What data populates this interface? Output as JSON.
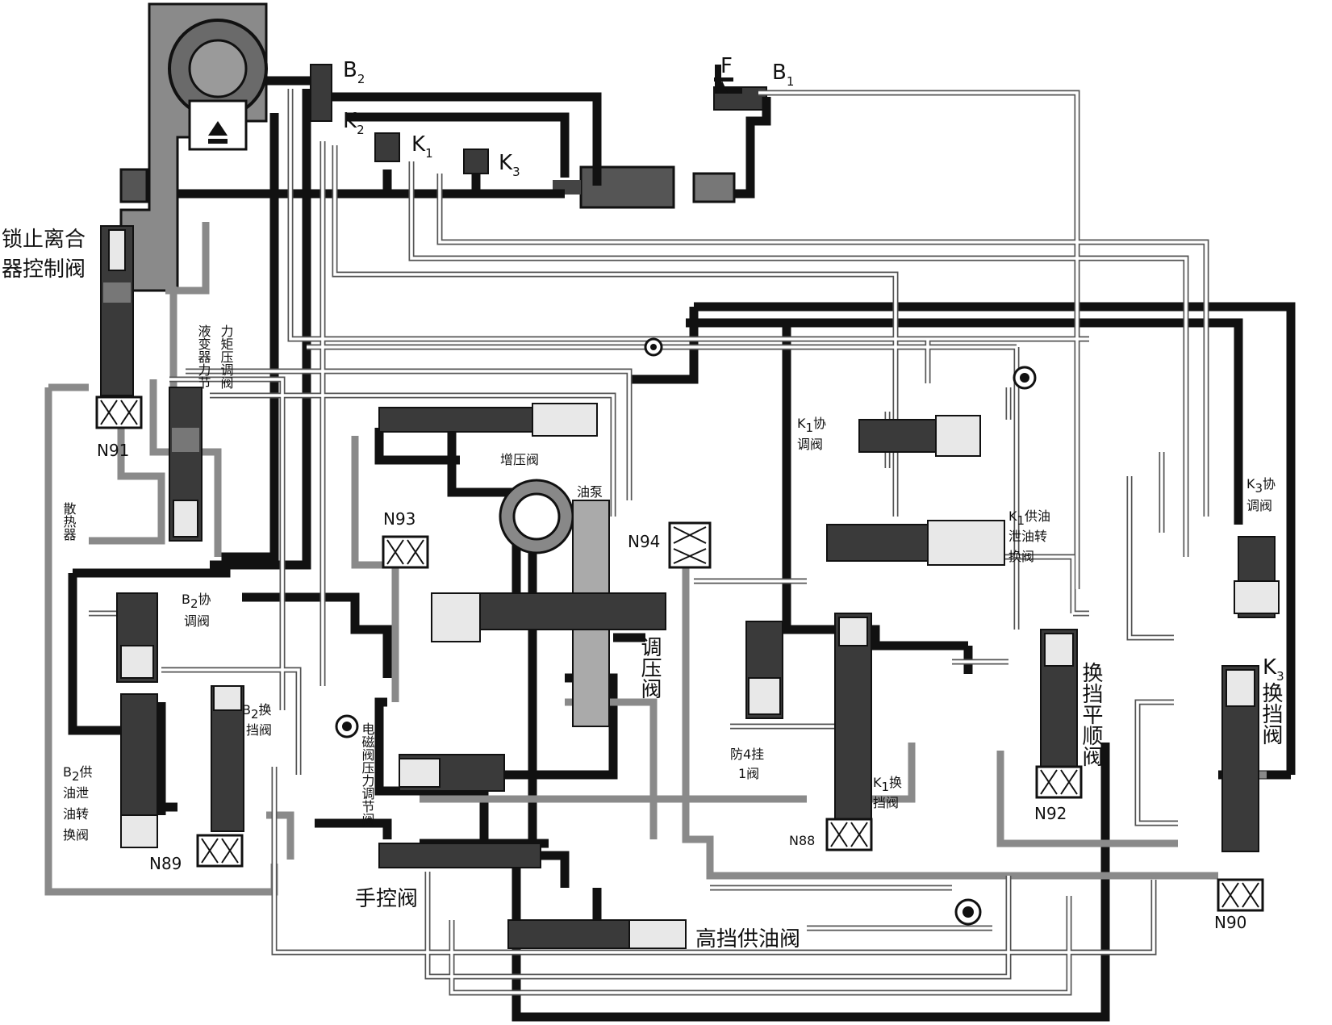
{
  "labels": {
    "B2": "B",
    "B2_sub": "2",
    "K2": "K",
    "K2_sub": "2",
    "K1": "K",
    "K1_sub": "1",
    "K3": "K",
    "K3_sub": "3",
    "F": "F",
    "B1": "B",
    "B1_sub": "1",
    "lockup_valve_line1": "锁止离合",
    "lockup_valve_line2": "器控制阀",
    "N91": "N91",
    "converter_valve_col1": "液变器力节",
    "converter_valve_col2": "力矩压调阀",
    "radiator": "散热器",
    "booster_valve": "增压阀",
    "oil_pump": "油泵",
    "N93": "N93",
    "N94": "N94",
    "k1_coord_valve_prefix": "K",
    "k1_coord_valve_sub": "1",
    "k1_coord_valve_line1": "协",
    "k1_coord_valve_line2": "调阀",
    "k3_coord_valve_prefix": "K",
    "k3_coord_valve_sub": "3",
    "k3_coord_valve_line1": "协",
    "k3_coord_valve_line2": "调阀",
    "k1_supply_prefix": "K",
    "k1_supply_sub": "1",
    "k1_supply_line1": "供油",
    "k1_supply_line2": "泄油转",
    "k1_supply_line3": "换阀",
    "b2_coord_prefix": "B",
    "b2_coord_sub": "2",
    "b2_coord_line1": "协",
    "b2_coord_line2": "调阀",
    "regulator_valve": "调压阀",
    "b2_shift_prefix": "B",
    "b2_shift_sub": "2",
    "b2_shift_line1": "换",
    "b2_shift_line2": "挡阀",
    "solenoid_pressure_valve": "电磁阀压力调节阀",
    "anti_4th_line1": "防4挂",
    "anti_4th_line2": "1阀",
    "k1_shift_prefix": "K",
    "k1_shift_sub": "1",
    "k1_shift_line1": "换",
    "k1_shift_line2": "挡阀",
    "shift_smooth_valve": "换挡平顺阀",
    "k3_shift_prefix": "K",
    "k3_shift_sub": "3",
    "k3_shift_rest": "换挡阀",
    "b2_supply_prefix": "B",
    "b2_supply_sub": "2",
    "b2_supply_line1": "供",
    "b2_supply_line2": "油泄",
    "b2_supply_line3": "油转",
    "b2_supply_line4": "换阀",
    "N89": "N89",
    "N88": "N88",
    "N92": "N92",
    "N90": "N90",
    "manual_valve": "手控阀",
    "high_gear_valve": "高挡供油阀"
  }
}
